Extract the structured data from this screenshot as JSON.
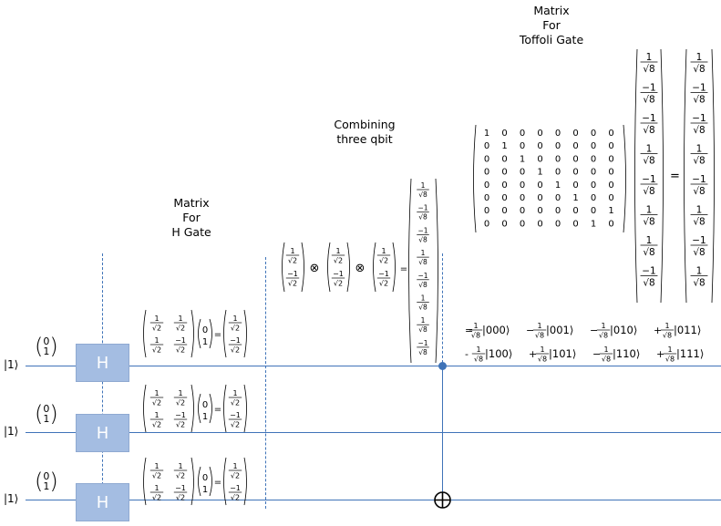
{
  "qubits": [
    {
      "label": "|1⟩",
      "vec_top": "0",
      "vec_bottom": "1"
    },
    {
      "label": "|1⟩",
      "vec_top": "0",
      "vec_bottom": "1"
    },
    {
      "label": "|1⟩",
      "vec_top": "0",
      "vec_bottom": "1"
    }
  ],
  "gate_label": "H",
  "captions": {
    "h_gate": [
      "Matrix",
      "For",
      "H Gate"
    ],
    "combine": [
      "Combining",
      "three qbit"
    ],
    "toffoli": [
      "Matrix",
      "For",
      "Toffoli Gate"
    ]
  },
  "frac": {
    "one": "1",
    "neg_one": "−1",
    "sqrt2": "√2",
    "sqrt8": "√8"
  },
  "symbols": {
    "tensor": "⊗",
    "equals": "=",
    "zero": "0",
    "one_digit": "1"
  },
  "toffoli_matrix": [
    [
      "1",
      "0",
      "0",
      "0",
      "0",
      "0",
      "0",
      "0"
    ],
    [
      "0",
      "1",
      "0",
      "0",
      "0",
      "0",
      "0",
      "0"
    ],
    [
      "0",
      "0",
      "1",
      "0",
      "0",
      "0",
      "0",
      "0"
    ],
    [
      "0",
      "0",
      "0",
      "1",
      "0",
      "0",
      "0",
      "0"
    ],
    [
      "0",
      "0",
      "0",
      "0",
      "1",
      "0",
      "0",
      "0"
    ],
    [
      "0",
      "0",
      "0",
      "0",
      "0",
      "1",
      "0",
      "0"
    ],
    [
      "0",
      "0",
      "0",
      "0",
      "0",
      "0",
      "0",
      "1"
    ],
    [
      "0",
      "0",
      "0",
      "0",
      "0",
      "0",
      "1",
      "0"
    ]
  ],
  "state_vector_in": [
    "1",
    "−1",
    "−1",
    "1",
    "−1",
    "1",
    "1",
    "−1"
  ],
  "state_vector_out": [
    "1",
    "−1",
    "−1",
    "1",
    "−1",
    "1",
    "−1",
    "1"
  ],
  "ket_expansion": {
    "line1": [
      {
        "sign": "=",
        "ket": "|000⟩"
      },
      {
        "sign": "−",
        "ket": "|001⟩"
      },
      {
        "sign": "−",
        "ket": "|010⟩"
      },
      {
        "sign": "+",
        "ket": "|011⟩"
      }
    ],
    "line2": [
      {
        "sign": "-",
        "ket": "|100⟩"
      },
      {
        "sign": "+",
        "ket": "|101⟩"
      },
      {
        "sign": "−",
        "ket": "|110⟩"
      },
      {
        "sign": "+",
        "ket": "|111⟩"
      }
    ]
  }
}
